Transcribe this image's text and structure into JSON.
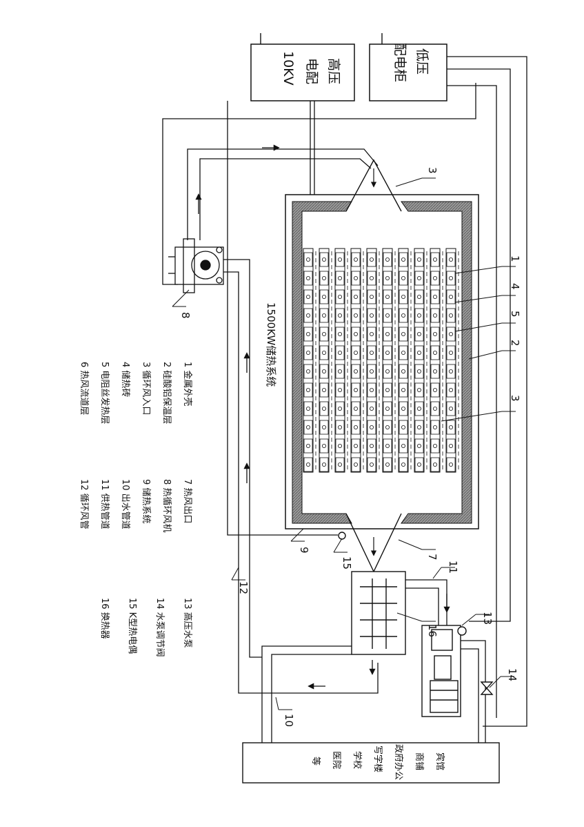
{
  "boxes": {
    "hv": {
      "lines": [
        "高压",
        "电配",
        "10KV"
      ]
    },
    "lv": {
      "lines": [
        "低压",
        "配电柜"
      ]
    }
  },
  "system_label": "1500KW储热系统",
  "callouts": [
    "1",
    "4",
    "5",
    "2",
    "3",
    "3",
    "8",
    "9",
    "15",
    "7",
    "11",
    "12",
    "16",
    "13",
    "14",
    "10"
  ],
  "legend": {
    "col1": [
      "1 金属外壳",
      "2 硅酸铝保温层",
      "3 循环风入口",
      "4 储热砖",
      "5 电阻丝发热层",
      "6 热风流道层"
    ],
    "col2": [
      "7 热风出口",
      "8 热循环风机",
      "9 储热系统",
      "10 出水管道",
      "11 供热管道",
      "12 循环风管"
    ],
    "col3": [
      "13 高压水泵",
      "14 水泵调节阀",
      "15 K型热电偶",
      "16 换热器"
    ]
  },
  "building": {
    "lines": [
      "宾馆",
      "商铺",
      "政府办公",
      "写字楼",
      "学校",
      "医院",
      "等"
    ]
  },
  "colors": {
    "ink": "#111111",
    "insulation": "#8a8a8a",
    "paper": "#ffffff"
  }
}
